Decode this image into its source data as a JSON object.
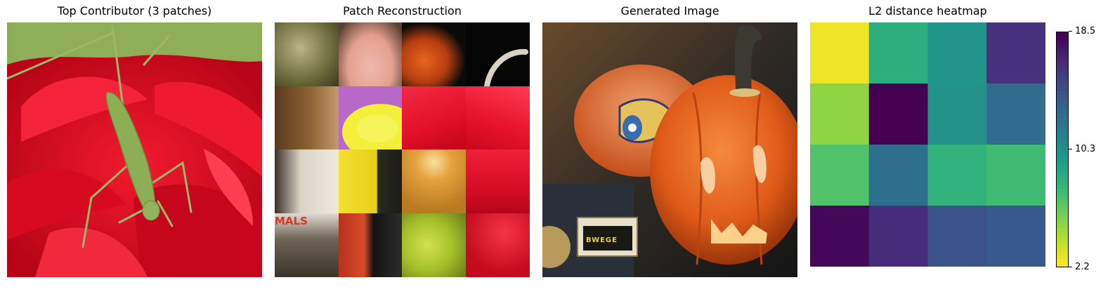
{
  "panels": {
    "contributor": {
      "title": "Top Contributor (3 patches)"
    },
    "reconstruction": {
      "title": "Patch Reconstruction",
      "sign_text": "MALS"
    },
    "generated": {
      "title": "Generated Image",
      "label_text": "BWEGE"
    },
    "heatmap": {
      "title": "L2 distance heatmap"
    }
  },
  "colors": {
    "flower_red": "#e30f24",
    "leaf_green": "#8fae58",
    "pumpkin_orange": "#e0621c"
  },
  "chart_data": {
    "type": "heatmap",
    "title": "L2 distance heatmap",
    "colormap": "viridis_r",
    "vmin": 2.2,
    "vmax": 18.5,
    "colorbar_ticks": [
      "18.5",
      "10.3",
      "2.2"
    ],
    "rows": 4,
    "cols": 4,
    "values": [
      [
        2.6,
        8.3,
        10.0,
        16.2
      ],
      [
        5.0,
        18.5,
        10.2,
        12.8
      ],
      [
        6.8,
        12.6,
        8.0,
        7.3
      ],
      [
        18.2,
        16.4,
        14.3,
        14.0
      ]
    ]
  }
}
